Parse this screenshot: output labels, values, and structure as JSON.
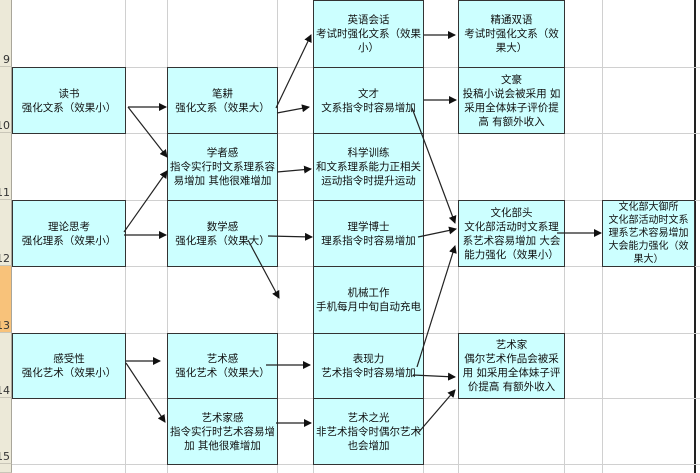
{
  "row_headers": [
    "9",
    "10",
    "11",
    "12",
    "13",
    "14",
    "15"
  ],
  "nodes": {
    "dushu": {
      "title": "读书",
      "desc": "强化文系（效果小）"
    },
    "lilun": {
      "title": "理论思考",
      "desc": "强化理系（效果小）"
    },
    "ganshou": {
      "title": "感受性",
      "desc": "强化艺术（效果小）"
    },
    "bigeng": {
      "title": "笔耕",
      "desc": "强化文系（效果大）"
    },
    "xuezhe": {
      "title": "学者感",
      "desc": "指令实行时文系理系容易增加 其他很难增加"
    },
    "shuxue": {
      "title": "数学感",
      "desc": "强化理系（效果大）"
    },
    "yishugan": {
      "title": "艺术感",
      "desc": "强化艺术（效果大）"
    },
    "yishujiagan": {
      "title": "艺术家感",
      "desc": "指令实行时艺术容易增加 其他很难增加"
    },
    "yingyu": {
      "title": "英语会话",
      "desc": "考试时强化文系（效果小）"
    },
    "wencai": {
      "title": "文才",
      "desc": "文系指令时容易增加"
    },
    "kexue": {
      "title": "科学训练",
      "desc": "和文系理系能力正相关运动指令时提升运动"
    },
    "lixue": {
      "title": "理学博士",
      "desc": "理系指令时容易增加"
    },
    "jixie": {
      "title": "机械工作",
      "desc": "手机每月中旬自动充电"
    },
    "biaoxian": {
      "title": "表现力",
      "desc": "艺术指令时容易增加"
    },
    "yishuzhiguang": {
      "title": "艺术之光",
      "desc": "非艺术指令时偶尔艺术也会增加"
    },
    "jingtong": {
      "title": "精通双语",
      "desc": "考试时强化文系（效果大）"
    },
    "wenhao": {
      "title": "文豪",
      "desc": "投稿小说会被采用 如采用全体妹子评价提高 有额外收入"
    },
    "wenhuabutou": {
      "title": "文化部头",
      "desc": "文化部活动时文系理系艺术容易增加 大会能力强化（效果小）"
    },
    "yishujia": {
      "title": "艺术家",
      "desc": "偶尔艺术作品会被采用 如采用全体妹子评价提高 有额外收入"
    },
    "dayusuo": {
      "title": "文化部大御所",
      "desc": "文化部活动时文系理系艺术容易增加大会能力强化（效果大）"
    }
  }
}
